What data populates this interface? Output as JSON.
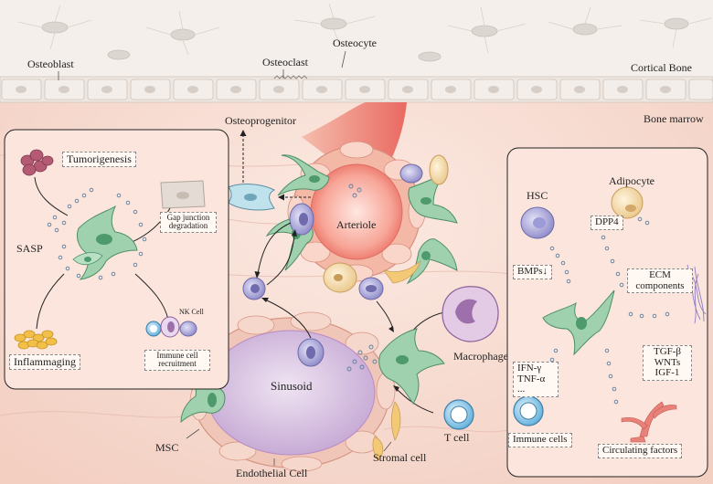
{
  "labels": {
    "osteocyte": "Osteocyte",
    "osteoblast": "Osteoblast",
    "osteoclast": "Osteoclast",
    "cortical_bone": "Cortical Bone",
    "bone_marrow": "Bone marrow",
    "osteoprogenitor": "Osteoprogenitor",
    "arteriole": "Arteriole",
    "sinusoid": "Sinusoid",
    "macrophage": "Macrophage",
    "t_cell": "T cell",
    "stromal_cell": "Stromal cell",
    "endothelial_cell": "Endothelial Cell",
    "msc": "MSC"
  },
  "left_panel": {
    "tumorigenesis": "Tumorigenesis",
    "gap_junction_line1": "Gap junction",
    "gap_junction_line2": "degradation",
    "sasp": "SASP",
    "nk_cell": "NK Cell",
    "immune_recruit_line1": "Immune cell",
    "immune_recruit_line2": "recruitment",
    "inflammaging": "Inflammaging"
  },
  "right_panel": {
    "hsc": "HSC",
    "adipocyte": "Adipocyte",
    "dpp4": "DPP4",
    "bmps": "BMPs↓",
    "ecm_line1": "ECM",
    "ecm_line2": "components",
    "ifn": "IFN-γ",
    "tnf": "TNF-α",
    "ellipsis": "...",
    "tgf": "TGF-β",
    "wnts": "WNTs",
    "igf": "IGF-1",
    "immune_cells": "Immune cells",
    "circulating": "Circulating factors"
  },
  "colors": {
    "bone": "#f1ebe6",
    "marrow": "#f8ddd4",
    "msc_green": "#8fc9a3",
    "hsc_purple": "#a9a6d6",
    "endothelial": "#f4c4b4",
    "artery_red": "#e7625a",
    "sinusoid_purple": "#c5a9d3",
    "adipocyte_yellow": "#f4dcae",
    "tcell_blue": "#7ec3e7"
  }
}
